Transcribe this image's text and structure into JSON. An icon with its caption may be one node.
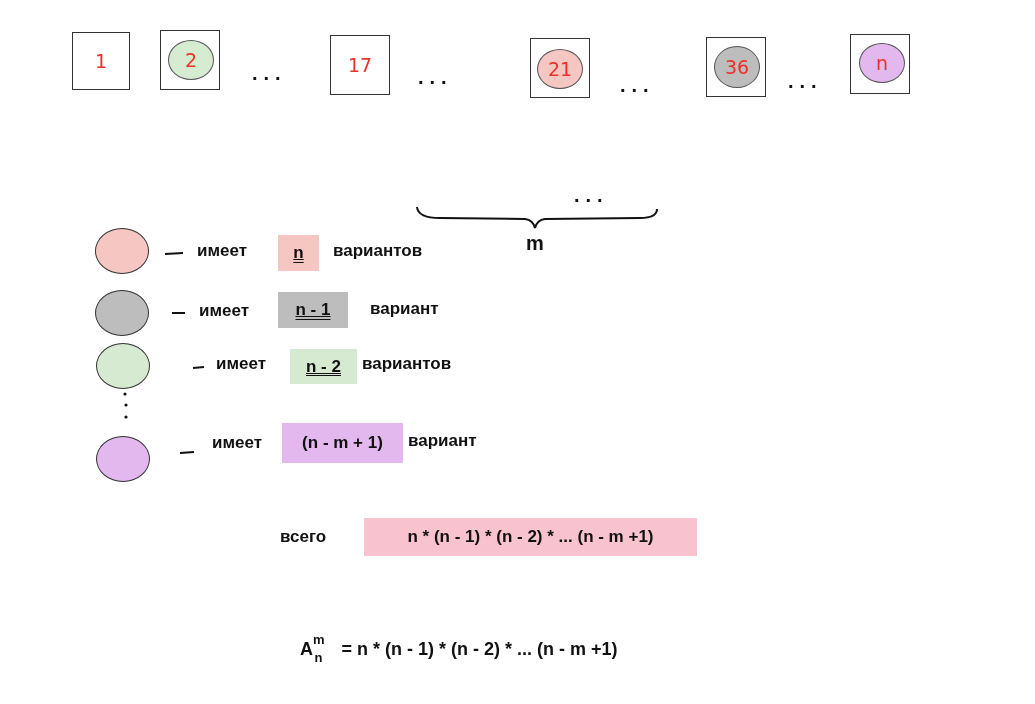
{
  "diagram": {
    "nodes": [
      {
        "text": [
          "1"
        ]
      },
      {
        "text": [],
        "shape": "box"
      },
      {
        "text": [
          "2"
        ],
        "in": 1
      },
      {
        "text": [
          "17"
        ]
      },
      {
        "text": [],
        "shape": "box"
      },
      {
        "text": [
          "21"
        ],
        "in": 4
      },
      {
        "text": [],
        "shape": "box"
      },
      {
        "text": [
          "36"
        ],
        "in": 6
      },
      {
        "text": [],
        "shape": "box"
      },
      {
        "text": [
          "n"
        ],
        "in": 8
      },
      {
        "text": [],
        "shape": "circle"
      },
      {
        "text": [],
        "shape": "circle"
      },
      {
        "text": [],
        "shape": "circle"
      },
      {
        "text": [],
        "shape": "circle"
      },
      {
        "text": [
          "n"
        ]
      },
      {
        "text": [
          "n - 1"
        ]
      },
      {
        "text": [
          "n - 2"
        ]
      },
      {
        "text": [
          "(n - m + 1)"
        ]
      },
      {
        "text": [
          "n * (n - 1) * (n - 2) * ... (n - m +1)"
        ]
      }
    ],
    "labels": [
      "...",
      "...",
      "...",
      "...",
      "...",
      "m",
      "имеет",
      "вариантов",
      "имеет",
      "вариант",
      "имеет",
      "вариантов",
      "имеет",
      "вариант",
      "всего",
      "A$^{m}$$_{n}$ = n * (n - 1) * (n - 2) * ... (n - m +1)"
    ]
  }
}
